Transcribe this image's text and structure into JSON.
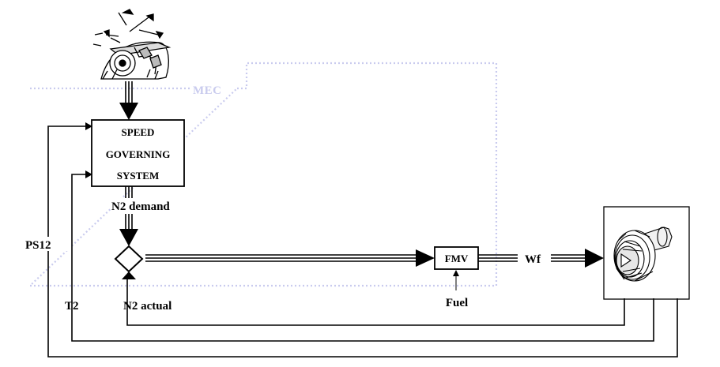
{
  "diagram": {
    "region_label": "MEC",
    "speed_governing_box": {
      "line1": "SPEED",
      "line2": "GOVERNING",
      "line3": "SYSTEM"
    },
    "fmv_label": "FMV",
    "labels": {
      "n2_demand": "N2 demand",
      "n2_actual": "N2 actual",
      "ps12": "PS12",
      "t2": "T2",
      "fuel": "Fuel",
      "wf": "Wf"
    },
    "icons": {
      "throttle": "throttle-lever-icon",
      "engine": "turbofan-engine-icon"
    },
    "colors": {
      "mec_boundary": "#c9cbee",
      "lines": "#000000"
    }
  }
}
